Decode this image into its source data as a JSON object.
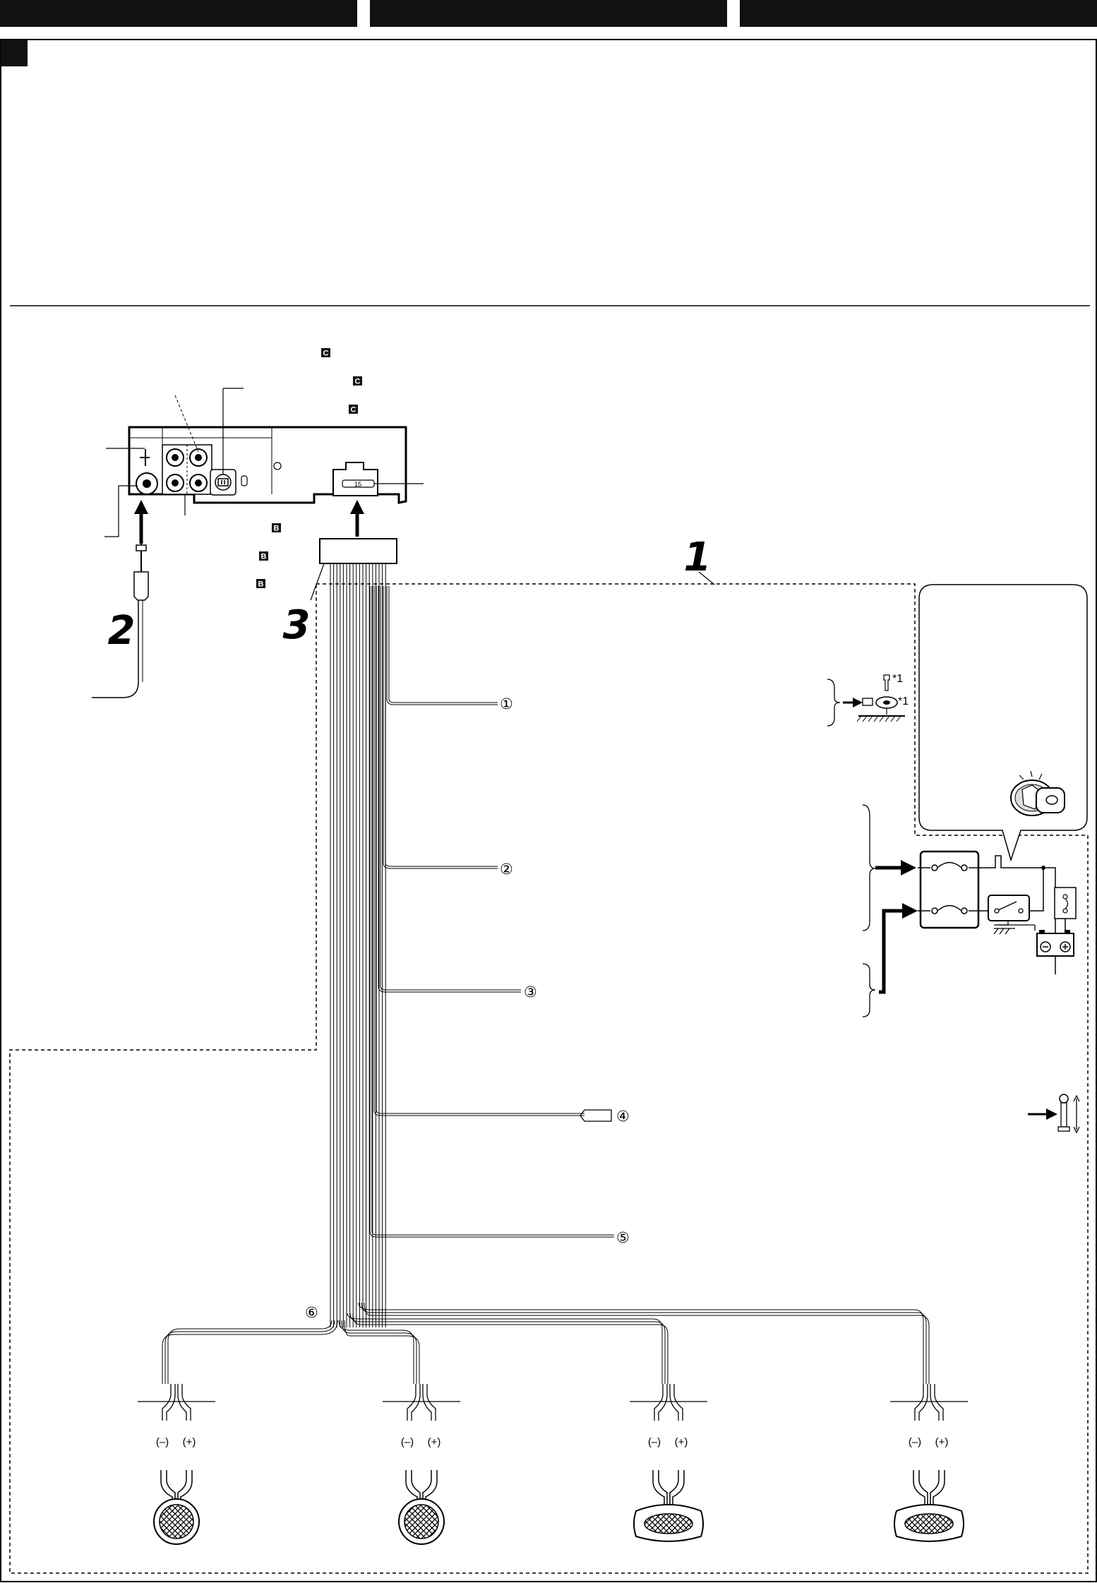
{
  "figure": {
    "section_labels": {
      "harness": "1",
      "antenna": "2",
      "connector": "3"
    },
    "plate_tags": {
      "c": "C",
      "b": "B"
    },
    "fuse_rating": "15",
    "wire_numbers": [
      "①",
      "②",
      "③",
      "④",
      "⑤",
      "⑥"
    ],
    "ground_screw_note": "*1",
    "speaker_polarity": {
      "negative": "(–)",
      "positive": "(+)"
    },
    "speakers": [
      {
        "shape": "round"
      },
      {
        "shape": "round"
      },
      {
        "shape": "oval"
      },
      {
        "shape": "oval"
      }
    ],
    "icons": [
      "ground-screw-icon",
      "ignition-key-icon",
      "fuse-block-icon",
      "battery-icon",
      "relay-switch-icon",
      "rear-lamp-pin-icon"
    ]
  }
}
